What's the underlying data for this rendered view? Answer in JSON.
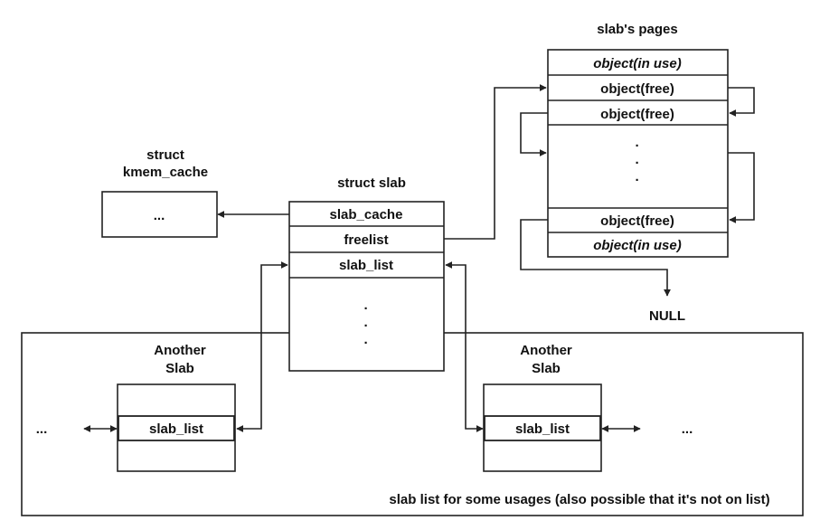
{
  "kmem_cache": {
    "title_line1": "struct",
    "title_line2": "kmem_cache",
    "body": "..."
  },
  "slab": {
    "title": "struct slab",
    "fields": [
      "slab_cache",
      "freelist",
      "slab_list"
    ],
    "dots": [
      "·",
      "·",
      "·"
    ]
  },
  "pages": {
    "title": "slab's pages",
    "objects": [
      "object(in use)",
      "object(free)",
      "object(free)",
      "object(free)",
      "object(in use)"
    ],
    "dots": [
      "·",
      "·",
      "·"
    ]
  },
  "null_label": "NULL",
  "another_slab_left": {
    "title_line1": "Another",
    "title_line2": "Slab",
    "field": "slab_list"
  },
  "another_slab_right": {
    "title_line1": "Another",
    "title_line2": "Slab",
    "field": "slab_list"
  },
  "ellipsis_left": "...",
  "ellipsis_right": "...",
  "list_caption": "slab list for some usages (also possible that it's not on list)"
}
